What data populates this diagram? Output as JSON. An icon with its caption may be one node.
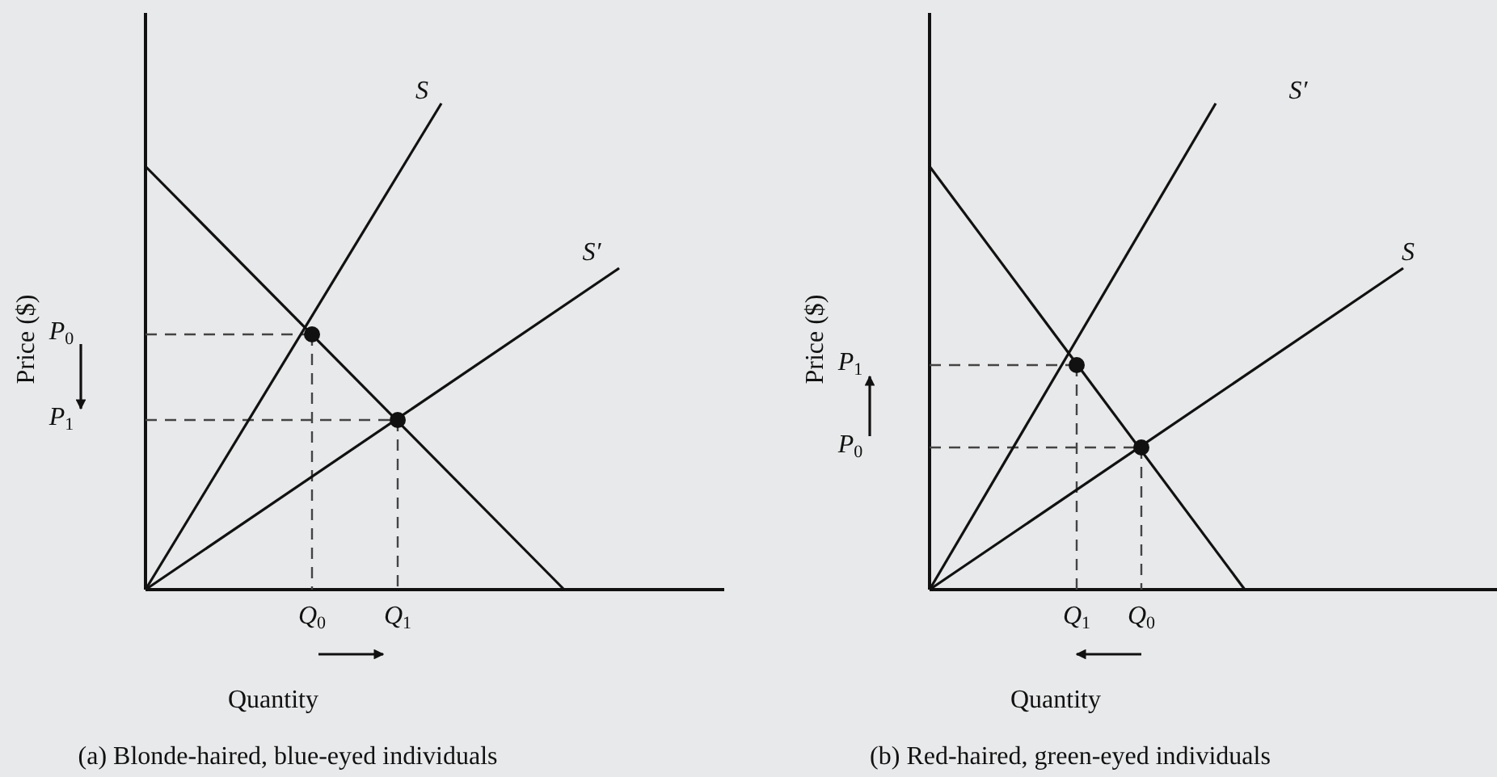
{
  "diagram": {
    "labels": [
      "S",
      "S′",
      "Price ($)",
      "*P*$_{0}$",
      "*P*$_{1}$",
      "*Q*$_{0}$",
      "*Q*$_{1}$",
      "Quantity",
      "(a) Blonde-haired, blue-eyed individuals",
      "S′",
      "S",
      "Price ($)",
      "*P*$_{1}$",
      "*P*$_{0}$",
      "*Q*$_{1}$",
      "*Q*$_{0}$",
      "Quantity",
      "(b) Red-haired, green-eyed individuals"
    ]
  }
}
